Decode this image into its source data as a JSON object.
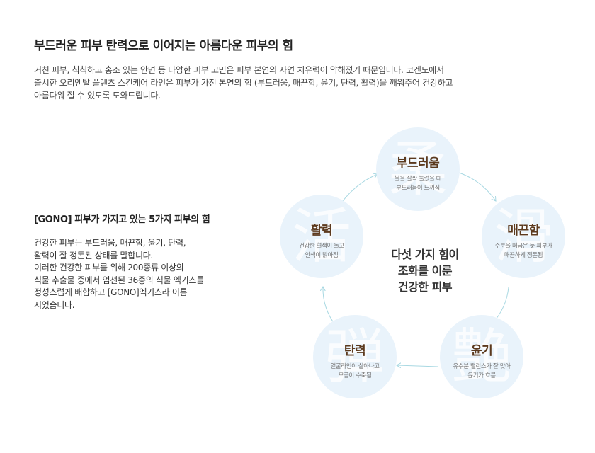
{
  "title": "부드러운 피부 탄력으로 이어지는 아름다운 피부의 힘",
  "intro_lines": [
    "거친 피부, 칙칙하고 홍조 있는 안면 등 다양한 피부 고민은 피부 본연의 자연 치유력이 약해졌기 때문입니다. 코겐도에서",
    "출시한 오리엔탈 플렌츠 스킨케어 라인은 피부가 가진 본연의 힘 (부드러움, 매끈함, 윤기, 탄력, 활력)을 깨워주어 건강하고",
    "아름다워 질 수 있도록 도와드립니다."
  ],
  "subtitle": "[GONO] 피부가 가지고 있는 5가지 피부의 힘",
  "desc_lines": [
    "건강한 피부는 부드러움, 매끈함, 윤기, 탄력,",
    "활력이 잘 정돈된 상태를 말합니다.",
    "이러한 건강한 피부를 위해 200종류 이상의",
    "식물 추출물 중에서 엄선된 36종의 식물 엑기스를",
    "정성스럽게 배합하고 [GONO]엑기스라 이름",
    "지었습니다."
  ],
  "center_lines": [
    "다섯 가지 힘이",
    "조화를 이룬",
    "건강한 피부"
  ],
  "powers": [
    {
      "name": "부드러움",
      "hanja": "柔",
      "lines": [
        "볼을 살짝 눌렀을 때",
        "부드러움이 느껴짐"
      ]
    },
    {
      "name": "매끈함",
      "hanja": "滑",
      "lines": [
        "수분을 머금은 듯 피부가",
        "매끈하게 정돈됨"
      ]
    },
    {
      "name": "윤기",
      "hanja": "艶",
      "lines": [
        "유수분 밸런스가 잘 맞아",
        "윤기가 흐름"
      ]
    },
    {
      "name": "탄력",
      "hanja": "弾",
      "lines": [
        "얼굴라인이 살아나고",
        "모공이 수축됨"
      ]
    },
    {
      "name": "활력",
      "hanja": "活",
      "lines": [
        "건강한 혈색이 돌고",
        "안색이 밝아짐"
      ]
    }
  ],
  "colors": {
    "circle_bg": "#e9f3fb",
    "power_name": "#5c3a1e",
    "arrow": "#a8d8e2"
  }
}
